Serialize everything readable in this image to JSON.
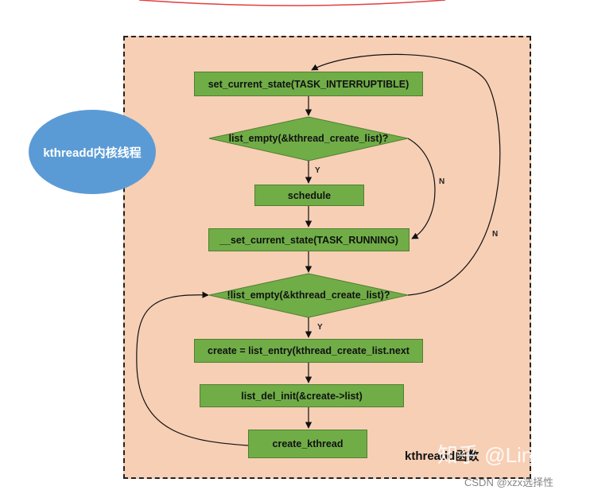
{
  "ellipse_label": "kthreadd内核线程",
  "nodes": {
    "set_interruptible": "set_current_state(TASK_INTERRUPTIBLE)",
    "cond_empty": "list_empty(&kthread_create_list)?",
    "schedule": "schedule",
    "set_running": "__set_current_state(TASK_RUNNING)",
    "cond_not_empty": "!list_empty(&kthread_create_list)?",
    "list_entry": "create = list_entry(kthread_create_list.next",
    "list_del": "list_del_init(&create->list)",
    "create_kthread": "create_kthread"
  },
  "edge_labels": {
    "y1": "Y",
    "n1": "N",
    "n2": "N",
    "y2": "Y"
  },
  "footer_title": "kthreadd函数",
  "watermarks": {
    "zhihu": "知乎 @Linuxp",
    "csdn": "CSDN @xzx选择性"
  },
  "colors": {
    "panel_bg": "#f7cfb5",
    "box_green": "#70ad47",
    "ellipse_blue": "#5b9bd5"
  }
}
